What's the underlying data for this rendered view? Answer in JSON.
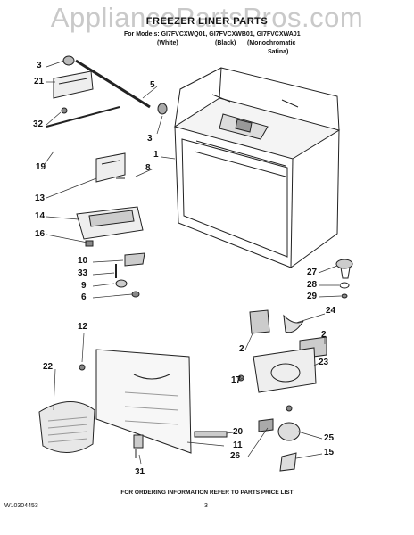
{
  "watermark": "AppliancePartsPros.com",
  "header": {
    "title": "FREEZER LINER PARTS",
    "models": "For Models: GI7FVCXWQ01, GI7FVCXWB01, GI7FVCXWA01",
    "variants": [
      "(White)",
      "(Black)",
      "(Monochromatic"
    ],
    "satina": "Satina)"
  },
  "callouts": [
    "3",
    "21",
    "5",
    "32",
    "3",
    "19",
    "1",
    "8",
    "13",
    "14",
    "16",
    "10",
    "33",
    "9",
    "6",
    "12",
    "22",
    "27",
    "28",
    "29",
    "24",
    "2",
    "2",
    "23",
    "17",
    "20",
    "11",
    "31",
    "25",
    "26",
    "15"
  ],
  "footer": {
    "ordering_note": "FOR ORDERING INFORMATION REFER TO PARTS PRICE LIST",
    "doc_number": "W10304453",
    "page_number": "3"
  }
}
